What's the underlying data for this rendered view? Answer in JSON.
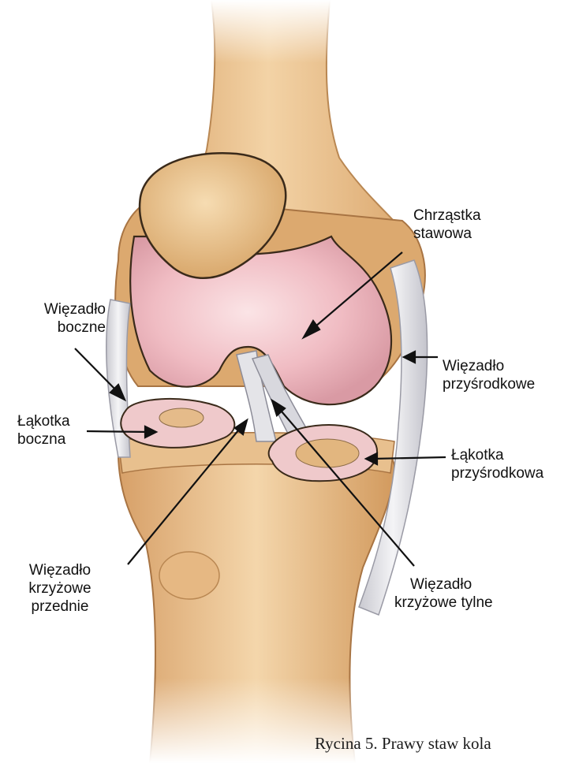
{
  "labels": {
    "chrzastka": [
      "Chrząstka",
      "stawowa"
    ],
    "wiezadlo_boczne": [
      "Więzadło",
      "boczne"
    ],
    "wiezadlo_przysrodkowe": [
      "Więzadło",
      "przyśrodkowe"
    ],
    "lakotka_boczna": [
      "Łąkotka",
      "boczna"
    ],
    "lakotka_przysrodkowa": [
      "Łąkotka",
      "przyśrodkowa"
    ],
    "wiezadlo_krzyzowe_przednie": [
      "Więzadło",
      "krzyżowe",
      "przednie"
    ],
    "wiezadlo_krzyzowe_tylne": [
      "Więzadło",
      "krzyżowe tylne"
    ]
  },
  "caption": "Rycina 5. Prawy staw kola",
  "colors": {
    "bone": "#e9c392",
    "bone_shadow": "#c98f55",
    "cartilage": "#f2c3c8",
    "ligament": "#e6e6ea",
    "outline": "#3a2a1a"
  }
}
